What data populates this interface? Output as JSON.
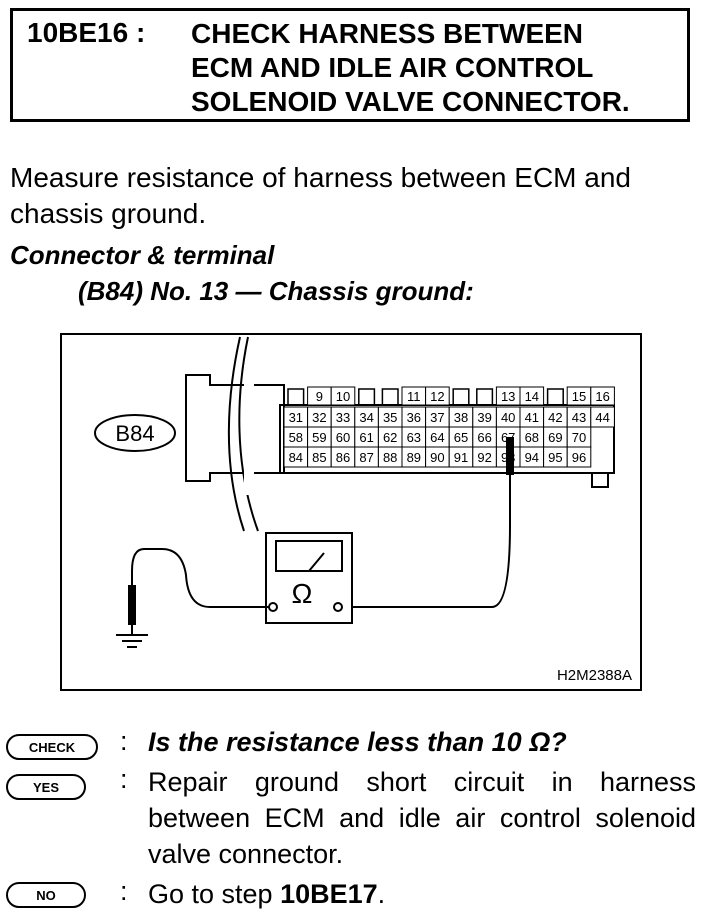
{
  "header": {
    "step_id": "10BE16 :",
    "title_lines": [
      "CHECK HARNESS BETWEEN",
      "ECM AND IDLE AIR CONTROL",
      "SOLENOID VALVE CONNECTOR."
    ]
  },
  "instruction": "Measure resistance of harness between ECM and chassis ground.",
  "spec": {
    "title": "Connector & terminal",
    "line": "(B84) No. 13 — Chassis ground:"
  },
  "figure": {
    "connector_label": "B84",
    "meter_symbol": "Ω",
    "figure_code": "H2M2388A",
    "top_row": [
      "9",
      "10",
      "11",
      "12",
      "13",
      "14",
      "15",
      "16"
    ],
    "rows": [
      [
        "31",
        "32",
        "33",
        "34",
        "35",
        "36",
        "37",
        "38",
        "39",
        "40",
        "41",
        "42",
        "43",
        "44"
      ],
      [
        "58",
        "59",
        "60",
        "61",
        "62",
        "63",
        "64",
        "65",
        "66",
        "67",
        "68",
        "69",
        "70"
      ],
      [
        "84",
        "85",
        "86",
        "87",
        "88",
        "89",
        "90",
        "91",
        "92",
        "93",
        "94",
        "95",
        "96"
      ]
    ]
  },
  "qa": {
    "check_badge": "CHECK",
    "check_text": "Is the resistance less than 10 Ω?",
    "yes_badge": "YES",
    "yes_text": "Repair ground short circuit in harness between ECM and idle air control solenoid valve connector.",
    "no_badge": "NO",
    "no_text_prefix": "Go to step ",
    "no_step": "10BE17",
    "no_text_suffix": "."
  }
}
